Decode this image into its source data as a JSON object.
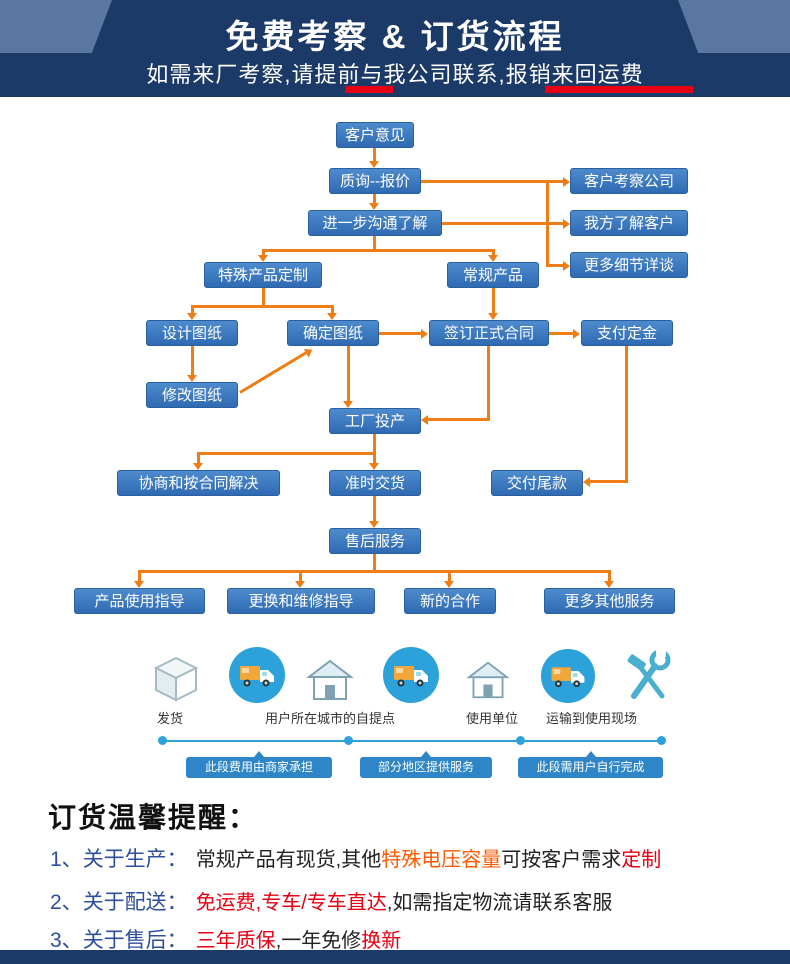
{
  "header": {
    "title": "免费考察 & 订货流程",
    "subtitle": "如需来厂考察,请提前与我公司联系,报销来回运费"
  },
  "flow": {
    "nodes": [
      "客户意见",
      "质询--报价",
      "客户考察公司",
      "我方了解客户",
      "更多细节详谈",
      "进一步沟通了解",
      "特殊产品定制",
      "常规产品",
      "设计图纸",
      "确定图纸",
      "签订正式合同",
      "支付定金",
      "修改图纸",
      "工厂投产",
      "协商和按合同解决",
      "准时交货",
      "交付尾款",
      "售后服务",
      "产品使用指导",
      "更换和维修指导",
      "新的合作",
      "更多其他服务"
    ]
  },
  "logistics": {
    "icons": [
      "package-box-icon",
      "delivery-truck-icon",
      "pickup-house-icon",
      "delivery-truck-icon",
      "user-house-icon",
      "delivery-truck-icon",
      "tools-icon"
    ],
    "steps": [
      "发货",
      "用户所在城市的自提点",
      "使用单位",
      "运输到使用现场"
    ],
    "segments": [
      "此段费用由商家承担",
      "部分地区提供服务",
      "此段需用户自行完成"
    ]
  },
  "notice": {
    "title": "订货温馨提醒：",
    "line1": {
      "num": "1、",
      "label": "关于生产：",
      "p1": "常规产品有现货,其他",
      "p2": "特殊电压容量",
      "p3": "可按客户需求",
      "p4": "定制"
    },
    "line2": {
      "num": "2、",
      "label": "关于配送：",
      "p1": "免运费,专车/专车直达",
      "p2": ",如需指定物流请联系客服"
    },
    "line3": {
      "num": "3、",
      "label": "关于售后：",
      "p1": "三年质保",
      "p2": ",一年免修",
      "p3": "换新"
    }
  },
  "colors": {
    "header_navy": "#1b3a67",
    "header_wing": "#5a76a1",
    "accent_red": "#e60012",
    "node_blue": "#3a78c2",
    "arrow_orange": "#ef7d16",
    "icon_blue": "#2da2da",
    "segment_blue": "#2e86c8",
    "label_blue": "#2d4f9e",
    "highlight_orange": "#ff5a00"
  }
}
